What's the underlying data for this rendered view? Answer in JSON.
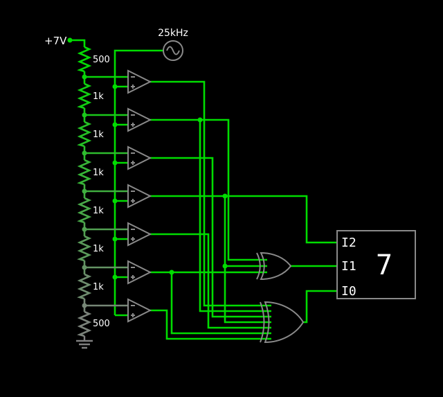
{
  "app": {
    "background": "#000000",
    "wire_color": "#00dd00",
    "component_color": "#8a8a8a",
    "text_color": "#ffffff",
    "ground_color": "#808080"
  },
  "power_rail": {
    "label": "+7V"
  },
  "signal_source": {
    "label": "25kHz",
    "kind": "ac-voltage-source"
  },
  "ladder": {
    "resistors": [
      {
        "value": "500",
        "color": "#05da05"
      },
      {
        "value": "1k",
        "color": "#12d012"
      },
      {
        "value": "1k",
        "color": "#25c225"
      },
      {
        "value": "1k",
        "color": "#37b537"
      },
      {
        "value": "1k",
        "color": "#49a849"
      },
      {
        "value": "1k",
        "color": "#5b9b5b"
      },
      {
        "value": "1k",
        "color": "#6e8d6e"
      },
      {
        "value": "500",
        "color": "#7b837b"
      }
    ],
    "node_colors": [
      "#09d609",
      "#1bc91b",
      "#2ebc2e",
      "#40af40",
      "#52a152",
      "#659465",
      "#778777"
    ]
  },
  "comparators": {
    "count": 7
  },
  "decoder": {
    "pin_labels": [
      "I2",
      "I1",
      "I0"
    ],
    "display_value": "7"
  }
}
